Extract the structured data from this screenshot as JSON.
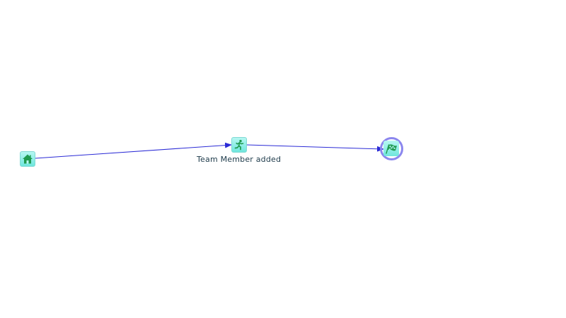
{
  "diagram": {
    "nodes": [
      {
        "id": "start",
        "icon": "home-icon"
      },
      {
        "id": "task",
        "icon": "runner-icon",
        "label": "Team Member added"
      },
      {
        "id": "end",
        "icon": "checkered-flag-icon"
      }
    ],
    "edges": [
      {
        "from": "start",
        "to": "task"
      },
      {
        "from": "task",
        "to": "end"
      }
    ],
    "colors": {
      "edge": "#2b2bd6",
      "end_ring": "#8b87ee",
      "node_fill": "#8cebe4",
      "icon": "#1f9a4f"
    }
  }
}
